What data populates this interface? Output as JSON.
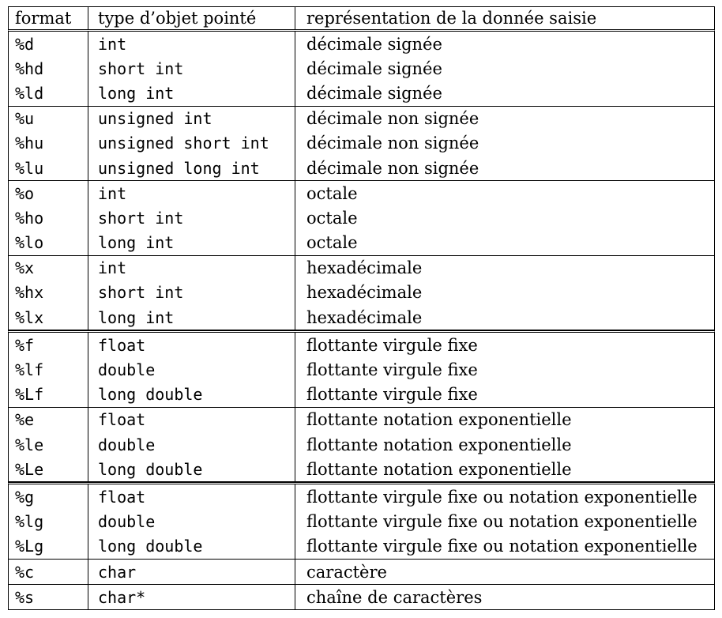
{
  "table": {
    "headers": [
      "format",
      "type d’objet pointé",
      "représentation de la donnée saisie"
    ],
    "groups": [
      {
        "double_top": false,
        "rows": [
          [
            "%d",
            "int",
            "décimale signée"
          ],
          [
            "%hd",
            "short int",
            "décimale signée"
          ],
          [
            "%ld",
            "long int",
            "décimale signée"
          ]
        ]
      },
      {
        "double_top": false,
        "rows": [
          [
            "%u",
            "unsigned int",
            "décimale non signée"
          ],
          [
            "%hu",
            "unsigned short int",
            "décimale non signée"
          ],
          [
            "%lu",
            "unsigned long int",
            "décimale non signée"
          ]
        ]
      },
      {
        "double_top": false,
        "rows": [
          [
            "%o",
            "int",
            "octale"
          ],
          [
            "%ho",
            "short int",
            "octale"
          ],
          [
            "%lo",
            "long int",
            "octale"
          ]
        ]
      },
      {
        "double_top": false,
        "rows": [
          [
            "%x",
            "int",
            "hexadécimale"
          ],
          [
            "%hx",
            "short int",
            "hexadécimale"
          ],
          [
            "%lx",
            "long int",
            "hexadécimale"
          ]
        ]
      },
      {
        "double_top": true,
        "rows": [
          [
            "%f",
            "float",
            "flottante virgule fixe"
          ],
          [
            "%lf",
            "double",
            "flottante virgule fixe"
          ],
          [
            "%Lf",
            "long double",
            "flottante virgule fixe"
          ]
        ]
      },
      {
        "double_top": false,
        "rows": [
          [
            "%e",
            "float",
            "flottante notation exponentielle"
          ],
          [
            "%le",
            "double",
            "flottante notation exponentielle"
          ],
          [
            "%Le",
            "long double",
            "flottante notation exponentielle"
          ]
        ]
      },
      {
        "double_top": true,
        "rows": [
          [
            "%g",
            "float",
            "flottante virgule fixe ou notation exponentielle"
          ],
          [
            "%lg",
            "double",
            "flottante virgule fixe ou notation exponentielle"
          ],
          [
            "%Lg",
            "long double",
            "flottante virgule fixe ou notation exponentielle"
          ]
        ]
      },
      {
        "double_top": false,
        "rows": [
          [
            "%c",
            "char",
            "caractère"
          ]
        ]
      },
      {
        "double_top": false,
        "rows": [
          [
            "%s",
            "char*",
            "chaîne de caractères"
          ]
        ]
      }
    ]
  }
}
